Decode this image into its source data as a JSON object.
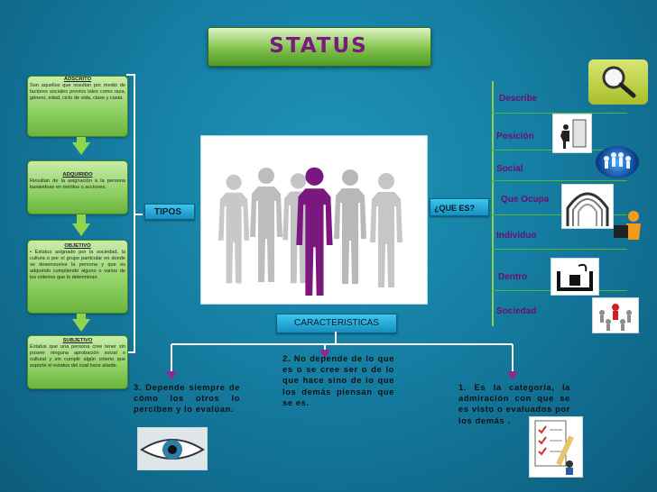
{
  "title": "STATUS",
  "left_boxes": [
    {
      "heading": "ADSCRITO",
      "body": "Son aquellos que resultan por medio de factores sociales previos tales como raza, género, edad, ciclo de vida, clase y casta."
    },
    {
      "heading": "ADQUIRIDO",
      "body": "Resultan de la asignación a la persona basándose en méritos o acciones."
    },
    {
      "heading": "OBJETIVO",
      "body": "• Estatus asignado por la sociedad, la cultura o por el grupo particular en donde se desenvuelve la persona y que es adquirido cumpliendo alguno o varios de los criterios que lo determinan"
    },
    {
      "heading": "SUBJETIVO",
      "body": "Estatus que una persona cree tener sin poseer ninguna aprobación social o cultural y sin cumplir algún criterio que soporte el estatus del cual hace alarde."
    }
  ],
  "tipos_label": "TIPOS",
  "que_es_label": "¿QUE ES?",
  "caracteristicas_label": "CARACTERISTICAS",
  "right_items": [
    "Describe",
    "Posición",
    "Social",
    "Que Ocupa",
    "Individuo",
    "Dentro",
    "Sociedad"
  ],
  "characteristics": [
    "3. Depende siempre de cómo los otros lo perciben y lo evalúan.",
    "2. No depende de lo que es o se cree ser o de lo que hace sino de lo que los demás piensan que se es.",
    "1. Es la categoría, la admiración con que se es visto o evaluados por los demás ."
  ],
  "icons": {
    "right": [
      "magnifier-icon",
      "person-at-desk-icon",
      "social-network-icon",
      "archway-icon",
      "person-with-board-icon",
      "inbox-tray-icon",
      "society-group-icon"
    ],
    "bottom": [
      "eye-icon",
      "checklist-icon"
    ]
  },
  "colors": {
    "title_green": "#7fc24a",
    "title_text": "#7a1a7e",
    "box_green": "#8ed063",
    "accent_blue": "#1ea6d6",
    "item_purple": "#6b0f70"
  }
}
